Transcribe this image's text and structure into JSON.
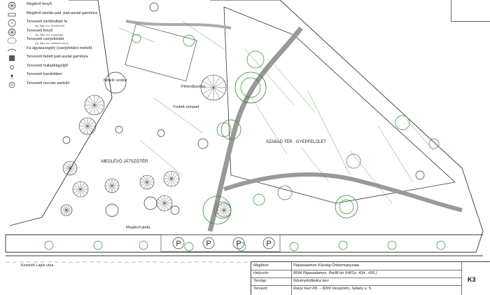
{
  "legend": [
    {
      "label": "Meglévő fenyő",
      "sub": ""
    },
    {
      "label": "Meglévő támlás pad, pad-asztal garnitúra",
      "sub": ""
    },
    {
      "label": "Tervezett lombhullató fa",
      "sub": "(faj, fajta, min. törzskerület)"
    },
    {
      "label": "Tervezett fenyő",
      "sub": "(faj, fajta, min. magasság)"
    },
    {
      "label": "Tervezett cserjefelület",
      "sub": "(faj, fajta, min. kiültetési méret)"
    },
    {
      "label": "Fa ágyásszegély (cserjefelület mellett)",
      "sub": ""
    },
    {
      "label": "Tervezett fedett pad-asztal garnitúra",
      "sub": ""
    },
    {
      "label": "Tervezett hulladékgyűjtő",
      "sub": ""
    },
    {
      "label": "Tervezett kandeláber",
      "sub": ""
    },
    {
      "label": "Tervezett murvás parkoló",
      "sub": ""
    }
  ],
  "plan_labels": {
    "square": "SZABAD TÉR - GYEPFELÜLET",
    "playground": "MEGLÉVŐ JÁTSZÓTÉR",
    "monument": "Nitrelé szobor",
    "pavilion": "Pihenőpavilon",
    "stage": "Fedett színpad",
    "sidewalk": "Meglévő járda",
    "street": "Kossuth Lajos utca"
  },
  "parking_symbol": "P",
  "title_block": {
    "rows": [
      {
        "key": "Megbízó:",
        "value": "Pápasalamon Község Önkormányzata"
      },
      {
        "key": "Helyszín:",
        "value": "8594 Pápasalamon, Petőfi tér (HRSz. 434., 435.)"
      },
      {
        "key": "Tervlap:",
        "value": "Növénykiültetési terv"
      },
      {
        "key": "Tervező:",
        "value": "Ranyi Kert Kft. – 8200 Veszprém, Sétány u. 5."
      }
    ],
    "sheet": "K3"
  },
  "colors": {
    "plant": "#2e8b2e",
    "line": "#333333",
    "paving": "#d6d6d6"
  }
}
